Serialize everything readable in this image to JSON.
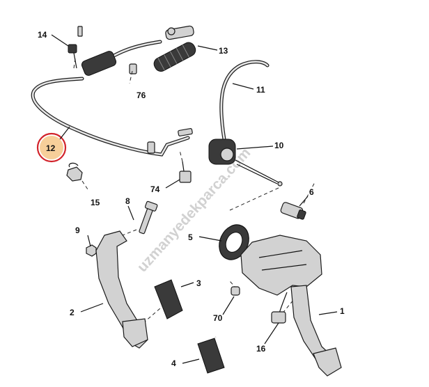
{
  "watermark": "uzmanyedekparca.com",
  "highlight": {
    "label": "12",
    "fill": "#f7cf9a",
    "ring": "#d2232a"
  },
  "labels": {
    "n1": "1",
    "n2": "2",
    "n3": "3",
    "n4": "4",
    "n5": "5",
    "n6": "6",
    "n8": "8",
    "n9": "9",
    "n10": "10",
    "n11": "11",
    "n12": "12",
    "n13": "13",
    "n14": "14",
    "n15": "15",
    "n16": "16",
    "n70": "70",
    "n74": "74",
    "n76": "76"
  }
}
